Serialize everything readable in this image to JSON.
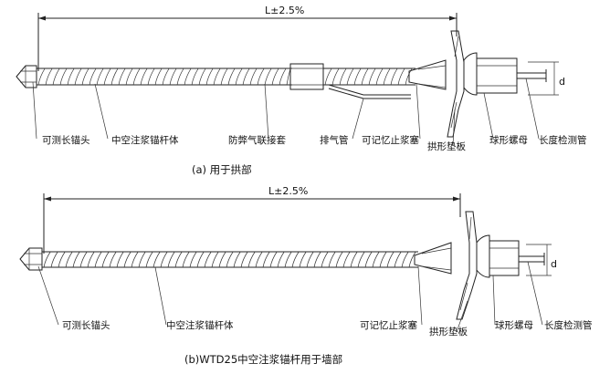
{
  "top": {
    "dimension": "L±2.5%",
    "side_dimension": "d",
    "labels": {
      "measurable_head": "可测长锚头",
      "hollow_body": "中空注浆锚杆体",
      "anti_stall_coupler": "防弊气联接套",
      "exhaust_pipe": "排气管",
      "memory_stop_plug": "可记忆止浆塞",
      "arch_plate": "拱形垫板",
      "ball_nut": "球形螺母",
      "length_tube": "长度检测管"
    },
    "caption": "(a)  用于拱部"
  },
  "bottom": {
    "dimension": "L±2.5%",
    "side_dimension": "d",
    "labels": {
      "measurable_head": "可测长锚头",
      "hollow_body": "中空注浆锚杆体",
      "memory_stop_plug": "可记忆止浆塞",
      "arch_plate": "拱形垫板",
      "ball_nut": "球形螺母",
      "length_tube": "长度检测管"
    },
    "caption": "(b)WTD25中空注浆锚杆用于墙部"
  }
}
